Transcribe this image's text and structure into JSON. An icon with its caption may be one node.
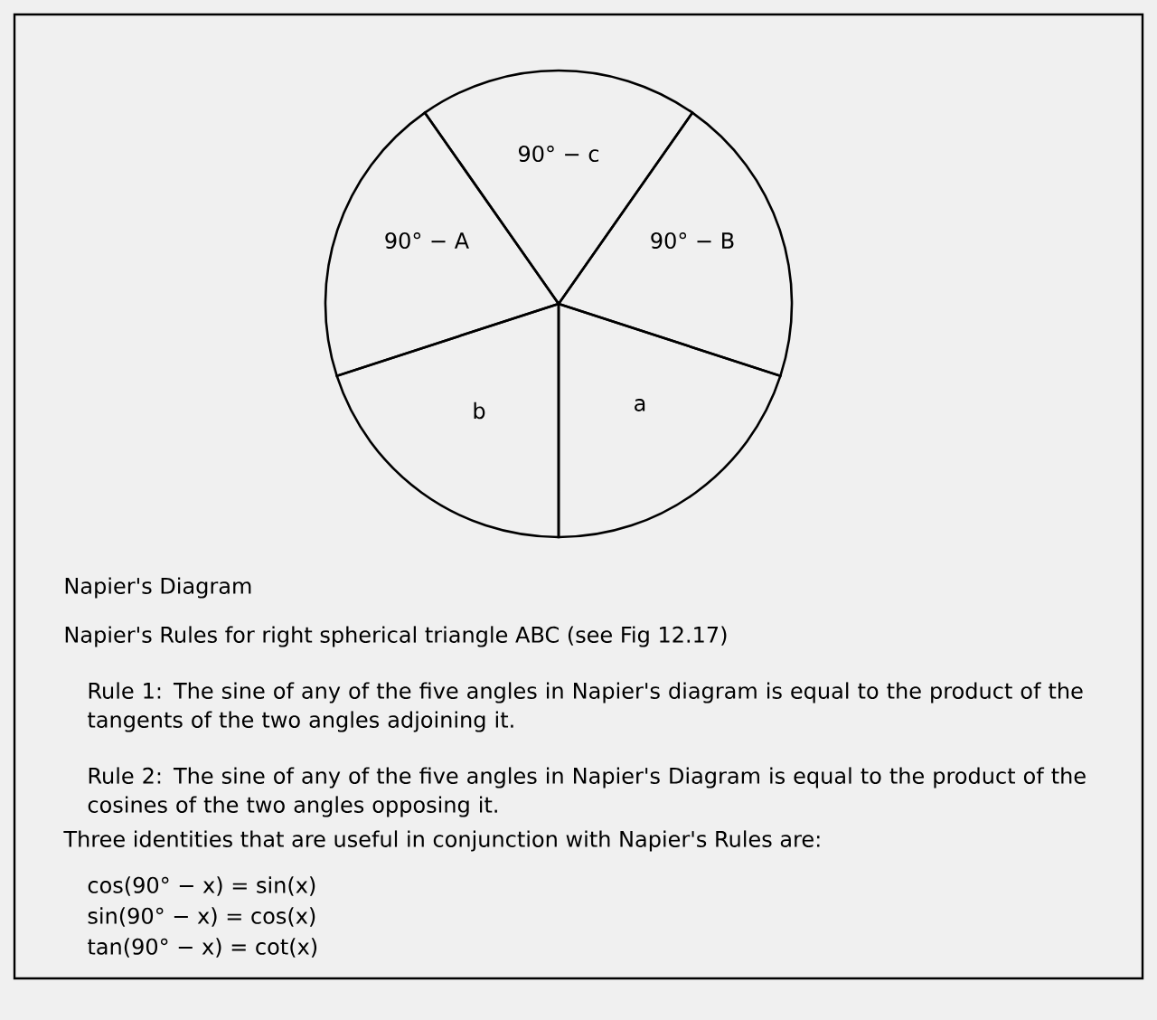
{
  "diagram": {
    "caption": "Napier's Diagram",
    "nodes": [
      {
        "text": [
          "90° − c"
        ]
      },
      {
        "text": [
          "90° − A"
        ]
      },
      {
        "text": [
          "90° − B"
        ]
      },
      {
        "text": [
          "b"
        ]
      },
      {
        "text": [
          "a"
        ]
      }
    ],
    "labels": [
      "Napier's Rules for right spherical triangle ABC (see Fig 12.17)",
      "Rule 1: The sine of any of the five angles in Napier's diagram is equal to the product of the tangents of the two angles adjoining it.",
      "Rule 2: The sine of any of the five angles in Napier's Diagram is equal to the product of the cosines of the two angles opposing it.",
      "Three identities that are useful in conjunction with Napier's Rules are:",
      "cos(90° − x) = sin(x)",
      "sin(90° − x) = cos(x)",
      "tan(90° − x) = cot(x)"
    ]
  }
}
